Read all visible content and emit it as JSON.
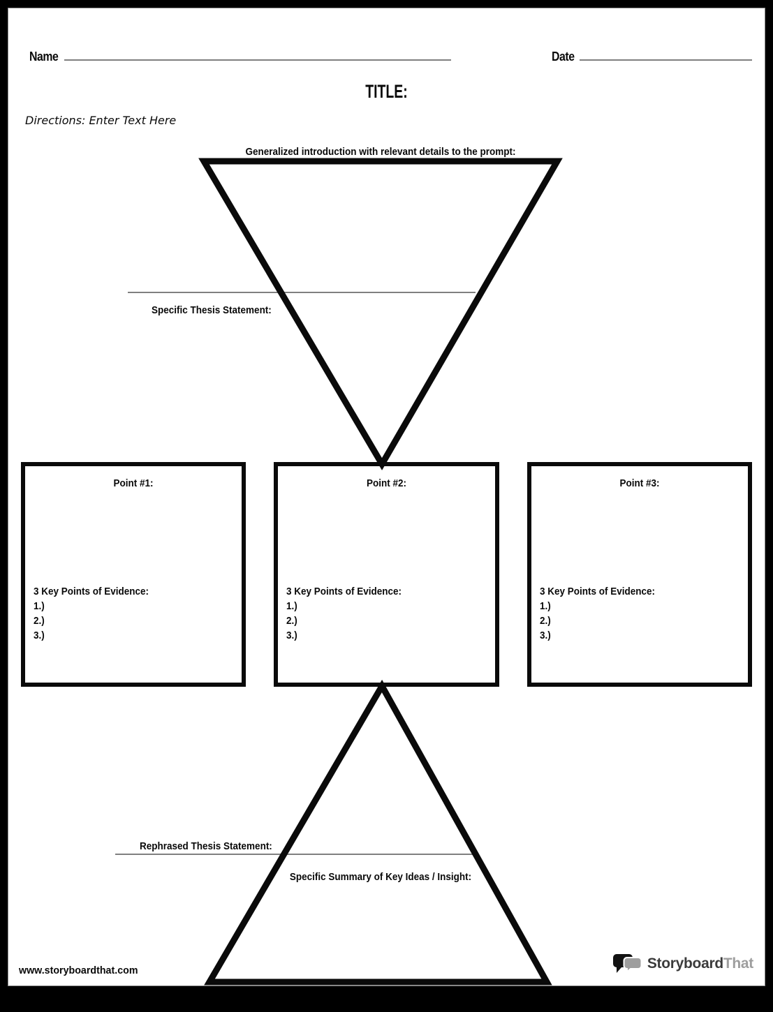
{
  "header": {
    "name_label": "Name",
    "date_label": "Date",
    "title_label": "TITLE:",
    "directions": "Directions: Enter Text Here"
  },
  "funnel": {
    "intro_label": "Generalized introduction with relevant details to the prompt:",
    "thesis_label": "Specific Thesis Statement:"
  },
  "points": [
    {
      "title": "Point #1:",
      "evidence_header": "3 Key Points of Evidence:",
      "items": [
        "1.)",
        "2.)",
        "3.)"
      ]
    },
    {
      "title": "Point #2:",
      "evidence_header": "3 Key Points of Evidence:",
      "items": [
        "1.)",
        "2.)",
        "3.)"
      ]
    },
    {
      "title": "Point #3:",
      "evidence_header": "3 Key Points of Evidence:",
      "items": [
        "1.)",
        "2.)",
        "3.)"
      ]
    }
  ],
  "conclusion": {
    "rephrased_label": "Rephrased Thesis Statement:",
    "summary_label": "Specific Summary of Key Ideas / Insight:"
  },
  "footer": {
    "website": "www.storyboardthat.com",
    "logo_storyboard": "Storyboard",
    "logo_that": "That"
  },
  "colors": {
    "ink": "#0a0a0a",
    "line_gray": "#7f7f7f",
    "logo_dark": "#3b3b3b",
    "logo_gray": "#9e9e9e"
  }
}
